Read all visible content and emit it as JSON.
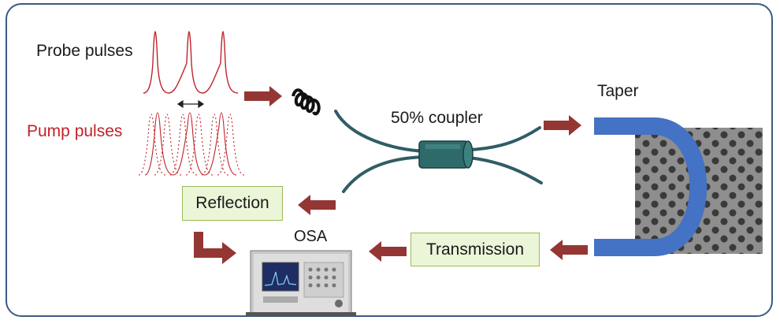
{
  "labels": {
    "probe_pulses": "Probe pulses",
    "pump_pulses": "Pump pulses",
    "coupler": "50% coupler",
    "taper": "Taper",
    "reflection": "Reflection",
    "transmission": "Transmission",
    "osa": "OSA"
  },
  "colors": {
    "frame_border": "#3d5a80",
    "pulse_red": "#c0222a",
    "arrow": "#943634",
    "fiber": "#2f5d66",
    "taper_blue": "#4472c4",
    "label_box_fill": "#ebf5d8",
    "label_box_border": "#9bbb59"
  },
  "icons": [
    "probe-pulse-train",
    "pump-pulse-train",
    "delay-double-arrow",
    "fiber-coil-icon",
    "fiber-coupler-icon",
    "photonic-crystal-image",
    "osa-instrument-icon"
  ]
}
